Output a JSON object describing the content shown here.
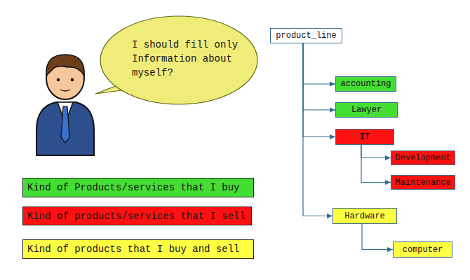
{
  "diagram": {
    "nodes": [
      {
        "text": [
          "I should fill only Information about myself?"
        ]
      },
      {
        "text": [
          "product_line"
        ]
      },
      {
        "text": [
          "accounting"
        ]
      },
      {
        "text": [
          "Lawyer"
        ]
      },
      {
        "text": [
          "IT"
        ]
      },
      {
        "text": [
          "Development"
        ]
      },
      {
        "text": [
          "Maintenance"
        ]
      },
      {
        "text": [
          "Hardware"
        ]
      },
      {
        "text": [
          "computer"
        ]
      }
    ],
    "edges": [
      {
        "from": 1,
        "to": 2,
        "arrow": "to"
      },
      {
        "from": 1,
        "to": 3,
        "arrow": "to"
      },
      {
        "from": 1,
        "to": 4,
        "arrow": "to"
      },
      {
        "from": 4,
        "to": 5,
        "arrow": "to"
      },
      {
        "from": 4,
        "to": 6,
        "arrow": "to"
      },
      {
        "from": 1,
        "to": 7,
        "arrow": "to"
      },
      {
        "from": 7,
        "to": 8,
        "arrow": "to"
      }
    ],
    "legend": [
      {
        "text": "Kind of Products/services that I buy",
        "color": "#44dd33"
      },
      {
        "text": "Kind of products/services that I sell",
        "color": "#ff1111"
      },
      {
        "text": "Kind of products that I buy and sell",
        "color": "#ffff44"
      }
    ]
  }
}
